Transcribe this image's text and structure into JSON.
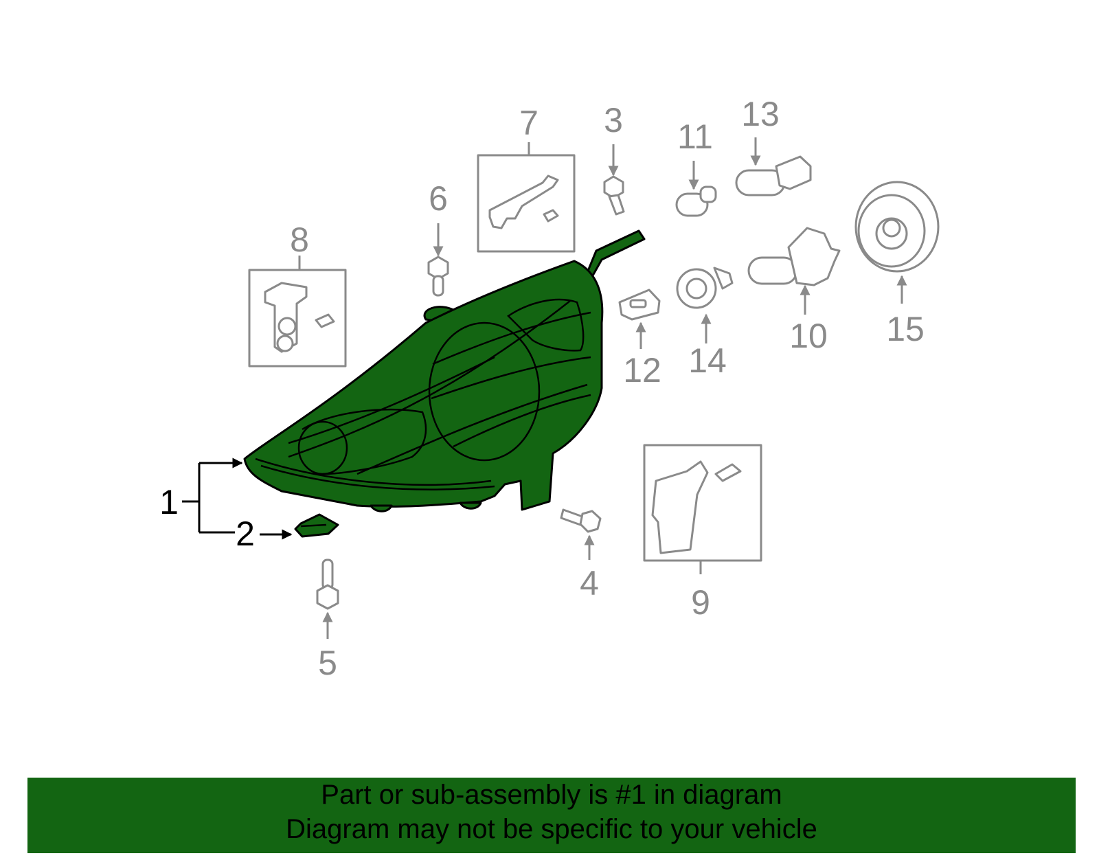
{
  "callouts": {
    "c1": "1",
    "c2": "2",
    "c3": "3",
    "c4": "4",
    "c5": "5",
    "c6": "6",
    "c7": "7",
    "c8": "8",
    "c9": "9",
    "c10": "10",
    "c11": "11",
    "c12": "12",
    "c13": "13",
    "c14": "14",
    "c15": "15"
  },
  "banner": {
    "line1": "Part or sub-assembly is #1 in diagram",
    "line2": "Diagram may not be specific to your vehicle",
    "color": "#136512"
  },
  "colors": {
    "highlight_part": "#136512",
    "other_parts": "#8a8a8a"
  }
}
